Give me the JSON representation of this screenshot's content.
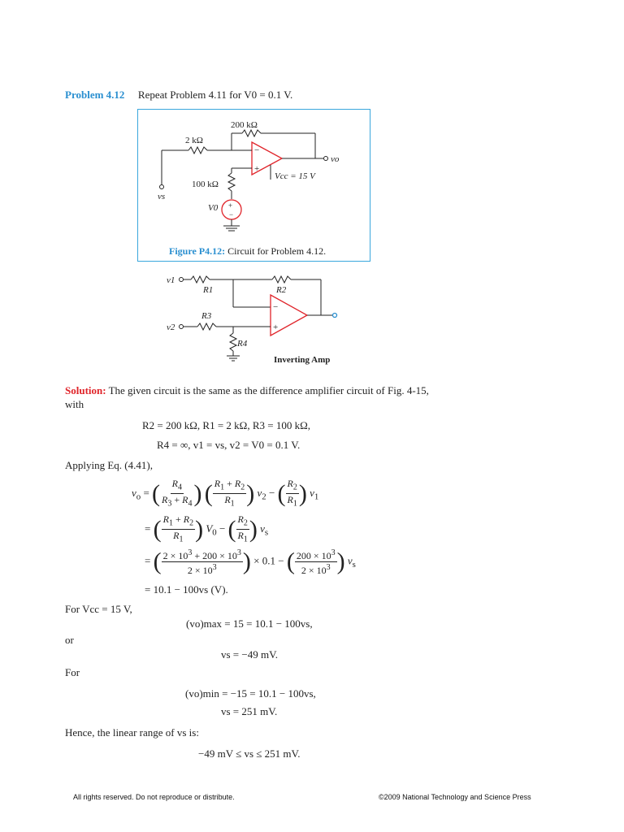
{
  "problem": {
    "label": "Problem 4.12",
    "statement": "Repeat Problem 4.11 for V0 = 0.1 V."
  },
  "figure": {
    "label": "Figure P4.12:",
    "caption": "Circuit for Problem 4.12.",
    "r_feedback": "200 kΩ",
    "r_input": "2 kΩ",
    "r_ground": "100 kΩ",
    "vcc": "Vcc = 15 V",
    "vo": "vo",
    "vs": "vs",
    "v0": "V0"
  },
  "inverting_amp": {
    "title": "Inverting Amp",
    "v1": "v1",
    "v2": "v2",
    "r1": "R1",
    "r2": "R2",
    "r3": "R3",
    "r4": "R4"
  },
  "solution": {
    "label": "Solution:",
    "text1": "The given circuit is the same as the difference amplifier circuit of Fig. 4-15,",
    "text2": "with",
    "values_line1": "R2 = 200 kΩ,     R1 = 2 kΩ,     R3 = 100 kΩ,",
    "values_line2": "R4 = ∞,     v1 = vs,     v2 = V0 = 0.1 V.",
    "applying": "Applying Eq. (4.41),",
    "result": "= 10.1 − 100vs        (V).",
    "for_vcc": "For Vcc = 15 V,",
    "vo_max": "(vo)max = 15 = 10.1 − 100vs,",
    "or": "or",
    "vs_1": "vs = −49 mV.",
    "for": "For",
    "vo_min": "(vo)min = −15 = 10.1 − 100vs,",
    "vs_2": "vs = 251 mV.",
    "hence": "Hence, the linear range of vs is:",
    "range": "−49 mV ≤ vs ≤ 251 mV."
  },
  "footer": {
    "left": "All rights reserved. Do not reproduce or distribute.",
    "right": "©2009 National Technology and Science Press"
  }
}
